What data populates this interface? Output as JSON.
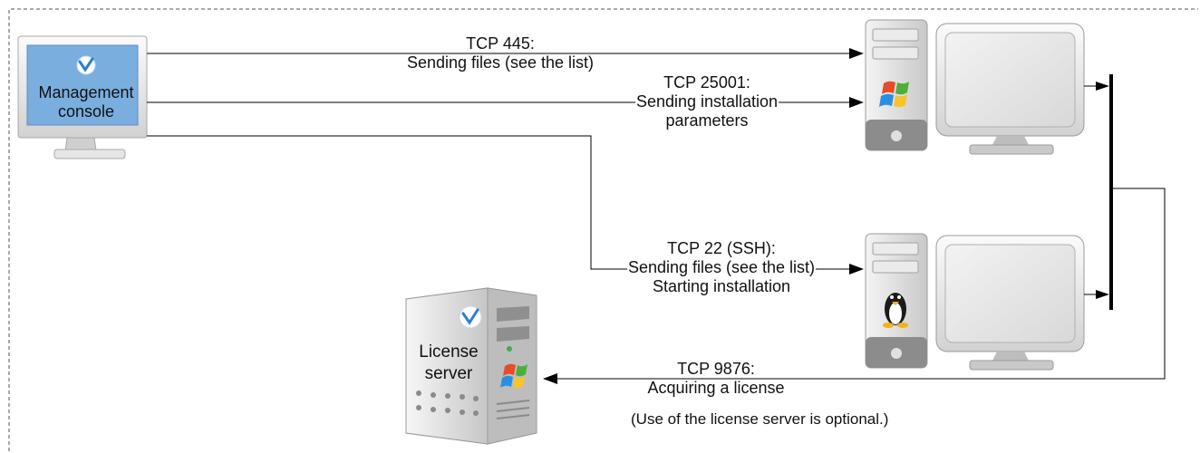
{
  "nodes": {
    "console": {
      "line1": "Management",
      "line2": "console"
    },
    "license_server": {
      "line1": "License",
      "line2": "server"
    },
    "windows_machine": {
      "os_icon": "windows-logo-icon"
    },
    "linux_machine": {
      "os_icon": "linux-tux-icon"
    }
  },
  "connections": {
    "tcp445": {
      "line1": "TCP 445:",
      "line2": "Sending files (see the list)"
    },
    "tcp25001": {
      "line1": "TCP 25001:",
      "line2": "Sending installation",
      "line3": "parameters"
    },
    "tcp22": {
      "line1": "TCP 22 (SSH):",
      "line2": "Sending files (see the list)",
      "line3": "Starting installation"
    },
    "tcp9876": {
      "line1": "TCP 9876:",
      "line2": "Acquiring a license",
      "note": "(Use of the license server is optional.)"
    }
  },
  "colors": {
    "screen_blue": "#7aaedf",
    "acronis_blue": "#2a7fd4",
    "line": "#000000",
    "border_dashed": "#555555"
  }
}
